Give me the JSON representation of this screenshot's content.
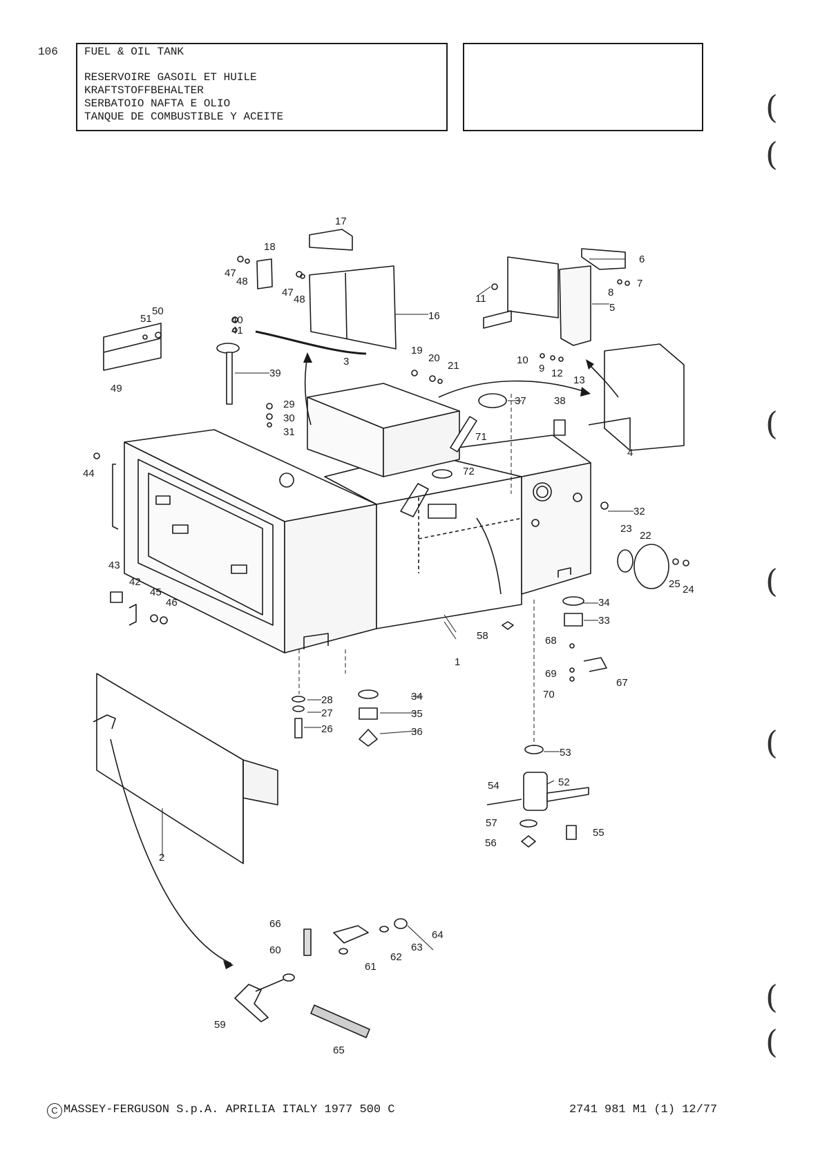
{
  "header": {
    "page_number": "106",
    "title_lines": [
      "FUEL & OIL TANK",
      "RESERVOIRE GASOIL ET HUILE",
      "KRAFTSTOFFBEHALTER",
      "SERBATOIO NAFTA E OLIO",
      "TANQUE DE COMBUSTIBLE Y ACEITE"
    ]
  },
  "callouts": [
    "1",
    "2",
    "3",
    "4",
    "5",
    "6",
    "7",
    "8",
    "9",
    "10",
    "11",
    "12",
    "13",
    "16",
    "17",
    "18",
    "19",
    "20",
    "21",
    "22",
    "23",
    "24",
    "25",
    "26",
    "27",
    "28",
    "29",
    "30",
    "31",
    "32",
    "33",
    "34",
    "35",
    "36",
    "37",
    "38",
    "39",
    "40",
    "41",
    "42",
    "43",
    "44",
    "45",
    "46",
    "47",
    "48",
    "49",
    "50",
    "51",
    "52",
    "53",
    "54",
    "55",
    "56",
    "57",
    "58",
    "59",
    "60",
    "61",
    "62",
    "63",
    "64",
    "65",
    "66",
    "67",
    "68",
    "69",
    "70",
    "71",
    "72"
  ],
  "footer": {
    "copyright_symbol": "C",
    "left_text": "MASSEY-FERGUSON S.p.A. APRILIA ITALY 1977  500 C",
    "right_text": "2741 981 M1 (1) 12/77"
  },
  "margin_marks": [
    "(",
    "(",
    "(",
    "(",
    "(",
    "(",
    "("
  ]
}
